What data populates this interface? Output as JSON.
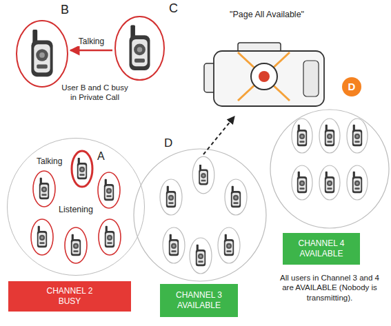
{
  "diagram": {
    "nodes": [
      {
        "text": [
          "B"
        ]
      },
      {
        "text": [
          "C"
        ]
      },
      {
        "text": [
          "\"Page All Available\"",
          "D"
        ]
      },
      {
        "text": [
          "Listening"
        ]
      },
      {
        "text": [
          "Talking",
          "A"
        ],
        "in": 3
      },
      {
        "text": [
          "D"
        ]
      },
      {
        "text": [
          "CHANNEL 2 BUSY"
        ]
      },
      {
        "text": [
          "CHANNEL 3 AVAILABLE"
        ]
      },
      {
        "text": [
          "CHANNEL 4 AVAILABLE"
        ]
      }
    ],
    "edges": [
      {
        "from": 1,
        "to": 0,
        "label": "Talking",
        "arrow": "to"
      },
      {
        "from": 5,
        "to": 2,
        "arrow": "to"
      }
    ],
    "labels": [
      "User B and C busy in Private Call",
      "All users in Channel 3 and 4 are AVAILABLE (Nobody is transmitting)."
    ]
  }
}
